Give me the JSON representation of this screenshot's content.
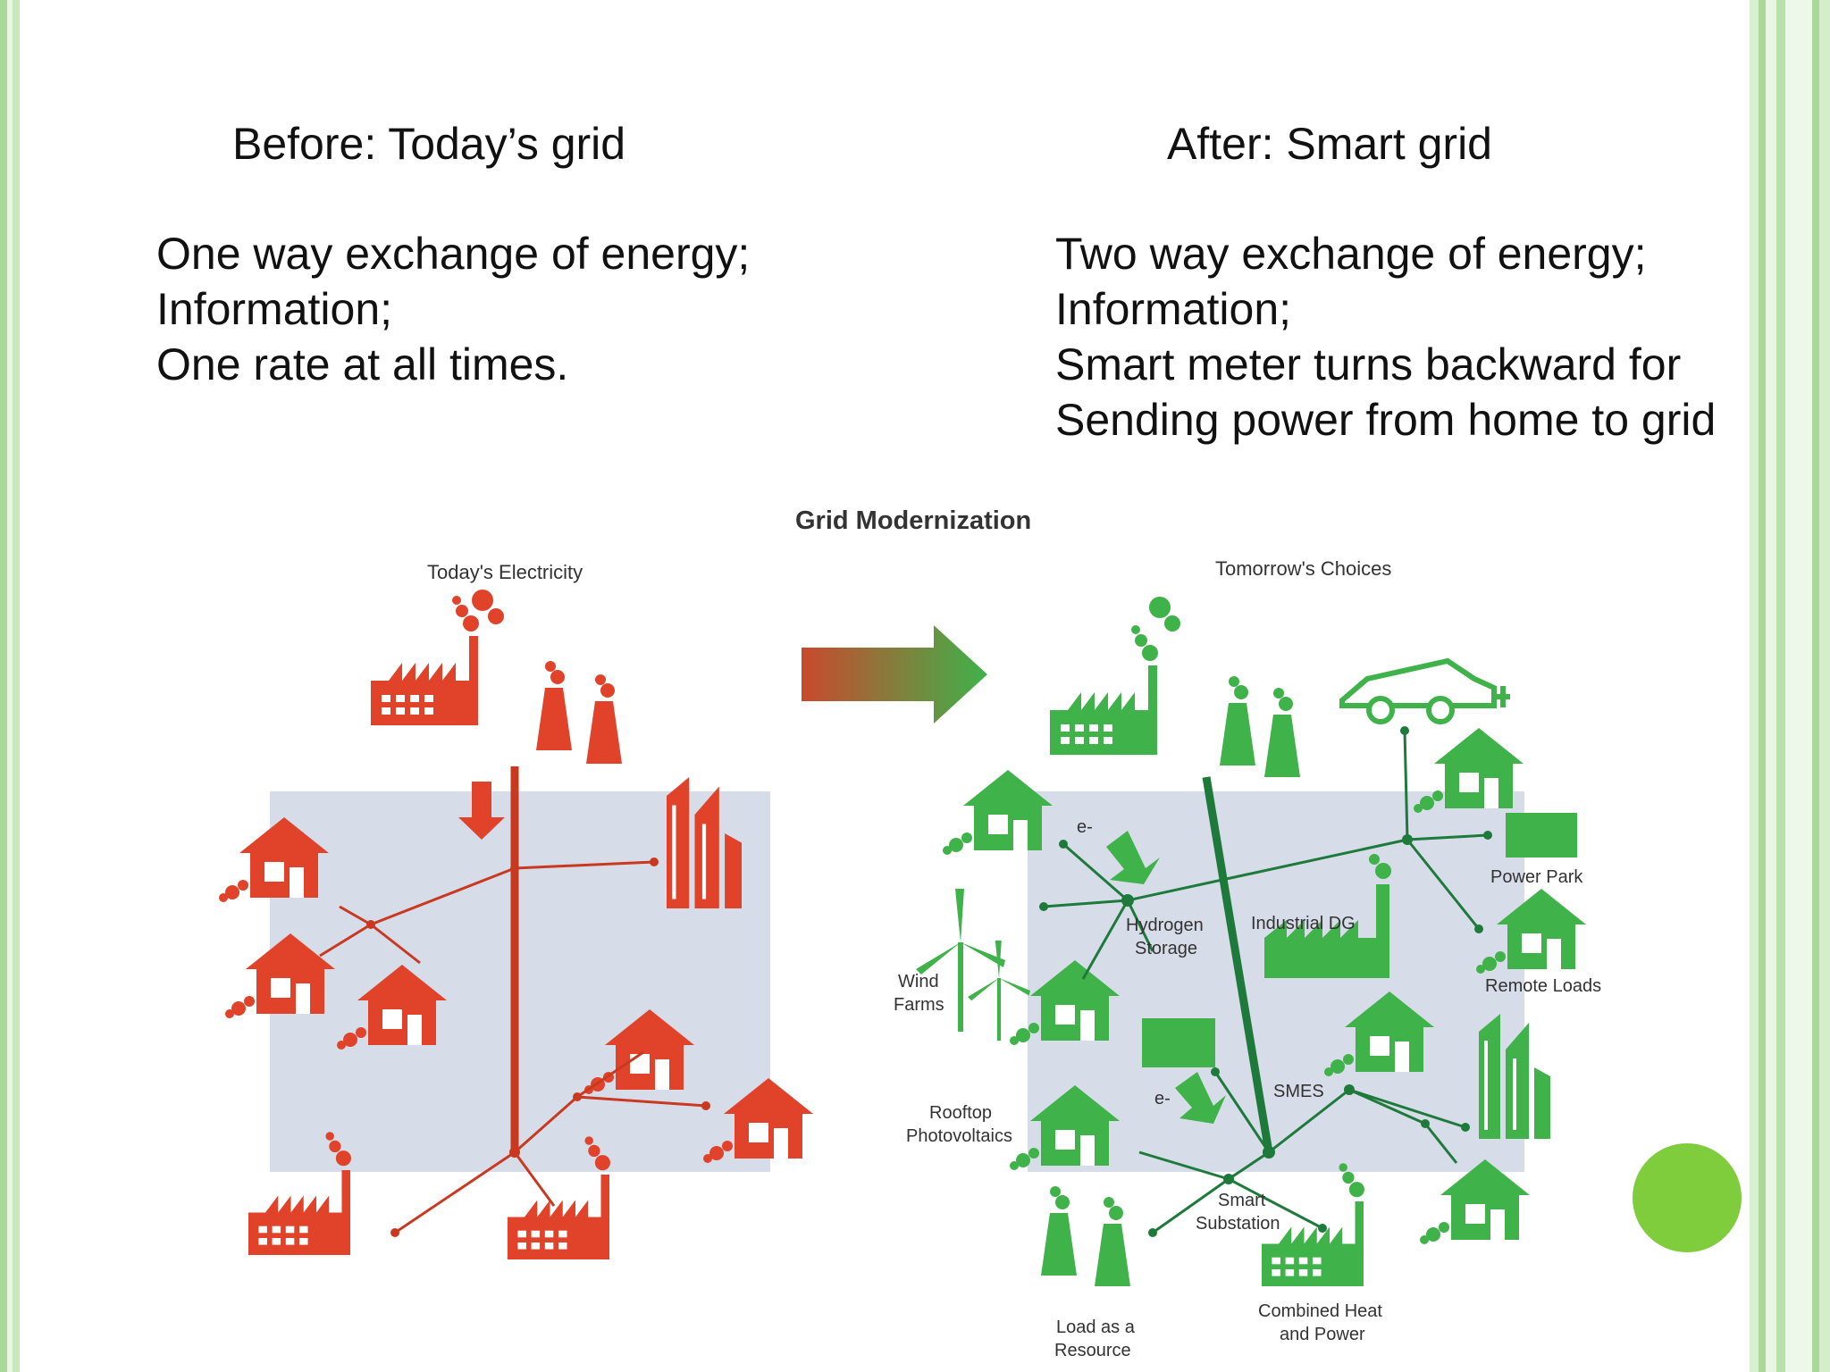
{
  "before": {
    "heading": "Before: Today’s grid",
    "lines": [
      "One way exchange of energy;",
      "Information;",
      "One rate at all times."
    ]
  },
  "after": {
    "heading": "After: Smart grid",
    "lines": [
      "Two way exchange  of  energy;",
      "Information;",
      "Smart meter turns backward for",
      "Sending power from home to grid"
    ]
  },
  "diagram": {
    "title": "Grid Modernization",
    "left_caption": "Today's Electricity",
    "right_caption": "Tomorrow's Choices",
    "labels": {
      "hydrogen_1": "Hydrogen",
      "hydrogen_2": "Storage",
      "industrial_dg": "Industrial DG",
      "power_park": "Power Park",
      "remote_loads": "Remote Loads",
      "wind_1": "Wind",
      "wind_2": "Farms",
      "smes": "SMES",
      "rooftop_1": "Rooftop",
      "rooftop_2": "Photovoltaics",
      "substation_1": "Smart",
      "substation_2": "Substation",
      "chp_1": "Combined Heat",
      "chp_2": "and Power",
      "load_1": "Load as a",
      "load_2": "Resource",
      "electron_1": "e-",
      "electron_2": "e-"
    },
    "colors": {
      "today": "#e0432a",
      "tomorrow": "#3fb24a",
      "grid_fill": "#d6dce8"
    }
  }
}
